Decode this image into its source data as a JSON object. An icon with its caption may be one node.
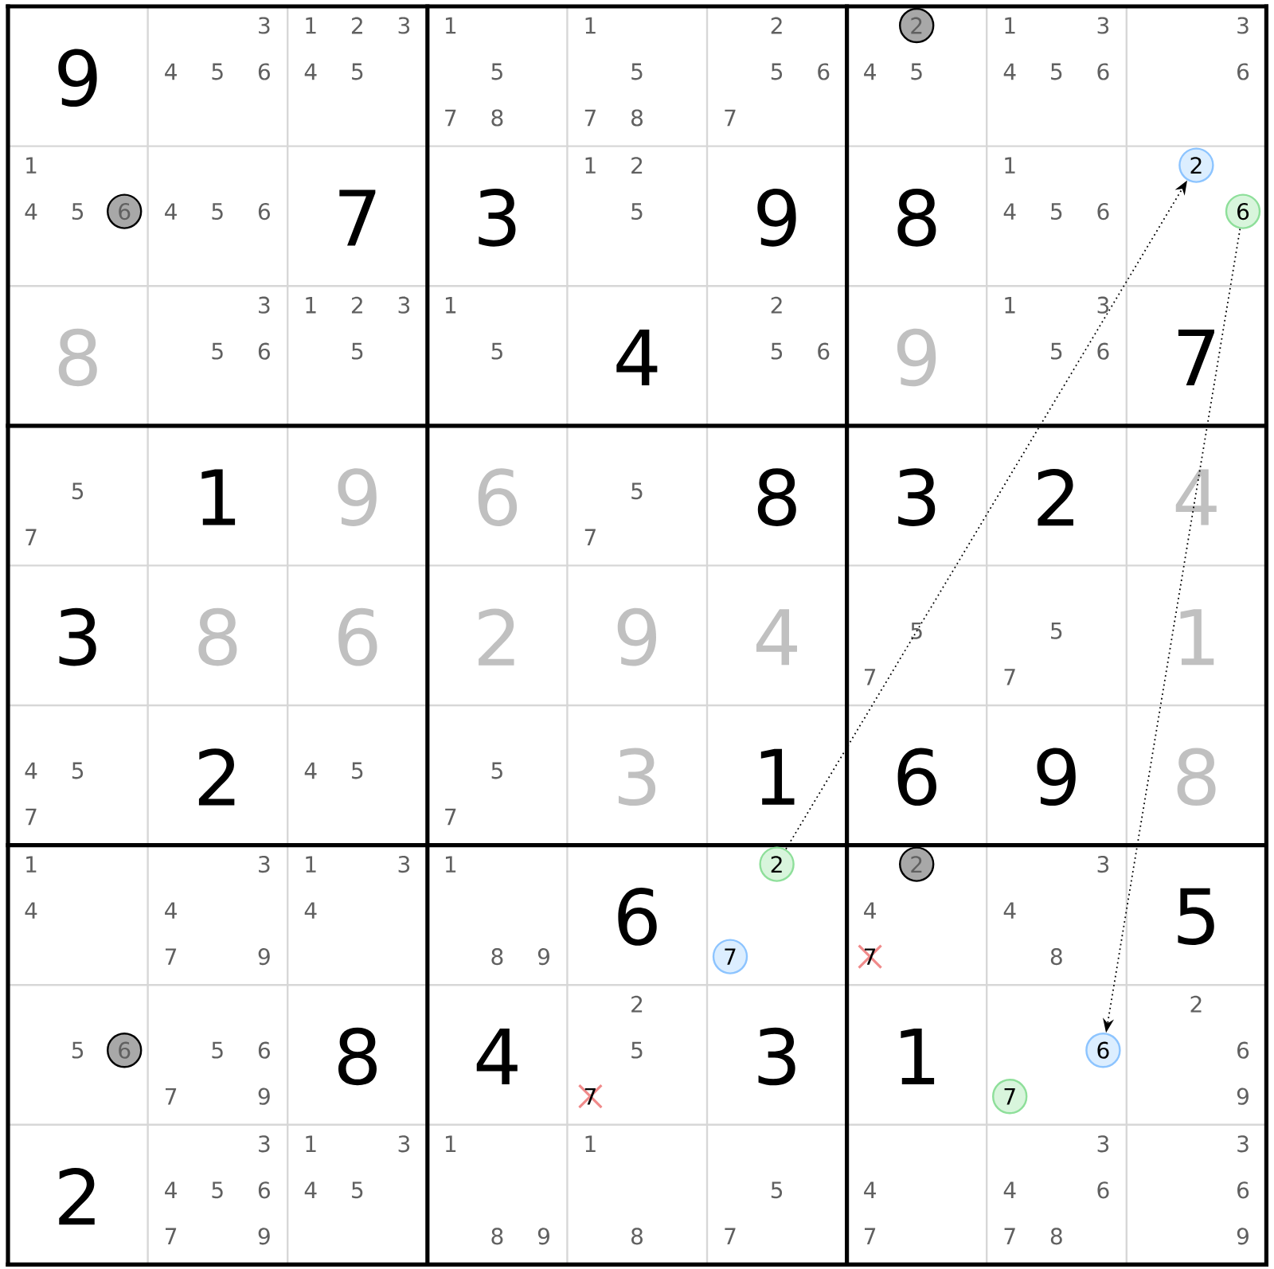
{
  "diagram": {
    "nodes": [
      {
        "text": [
          "2"
        ]
      },
      {
        "text": [
          "6"
        ]
      },
      {
        "text": [
          "2"
        ]
      },
      {
        "text": [
          "6"
        ]
      },
      {
        "text": [
          "2"
        ]
      },
      {
        "text": [
          "7"
        ]
      },
      {
        "text": [
          "2"
        ]
      },
      {
        "text": [
          "6"
        ]
      },
      {
        "text": [
          "6"
        ]
      },
      {
        "text": [
          "7"
        ]
      }
    ],
    "edges": [
      {
        "from": 4,
        "to": 2,
        "arrow": "to"
      },
      {
        "from": 3,
        "to": 8,
        "arrow": "to"
      }
    ],
    "labels": [
      "9",
      "3",
      "4",
      "5",
      "6",
      "1",
      "2",
      "3",
      "4",
      "5",
      "1",
      "5",
      "7",
      "8",
      "1",
      "5",
      "7",
      "8",
      "2",
      "5",
      "6",
      "7",
      "4",
      "5",
      "1",
      "3",
      "4",
      "5",
      "6",
      "3",
      "6",
      "1",
      "4",
      "5",
      "4",
      "5",
      "6",
      "7",
      "3",
      "1",
      "2",
      "5",
      "9",
      "8",
      "1",
      "4",
      "5",
      "6",
      "8",
      "3",
      "5",
      "6",
      "1",
      "2",
      "3",
      "5",
      "1",
      "5",
      "4",
      "2",
      "5",
      "6",
      "9",
      "1",
      "3",
      "5",
      "6",
      "7",
      "5",
      "7",
      "1",
      "9",
      "6",
      "5",
      "7",
      "8",
      "3",
      "2",
      "4",
      "3",
      "8",
      "6",
      "2",
      "9",
      "4",
      "5",
      "7",
      "5",
      "7",
      "1",
      "4",
      "5",
      "7",
      "2",
      "4",
      "5",
      "5",
      "7",
      "3",
      "1",
      "6",
      "9",
      "8",
      "1",
      "4",
      "3",
      "4",
      "7",
      "9",
      "1",
      "3",
      "4",
      "1",
      "8",
      "9",
      "6",
      "4",
      "7",
      "3",
      "4",
      "8",
      "5",
      "5",
      "5",
      "6",
      "7",
      "9",
      "8",
      "4",
      "2",
      "5",
      "7",
      "3",
      "1",
      "2",
      "6",
      "9",
      "2",
      "3",
      "4",
      "5",
      "6",
      "7",
      "9",
      "1",
      "3",
      "4",
      "5",
      "1",
      "8",
      "9",
      "1",
      "8",
      "5",
      "7",
      "4",
      "7",
      "3",
      "4",
      "6",
      "7",
      "8",
      "3",
      "6",
      "9"
    ]
  }
}
